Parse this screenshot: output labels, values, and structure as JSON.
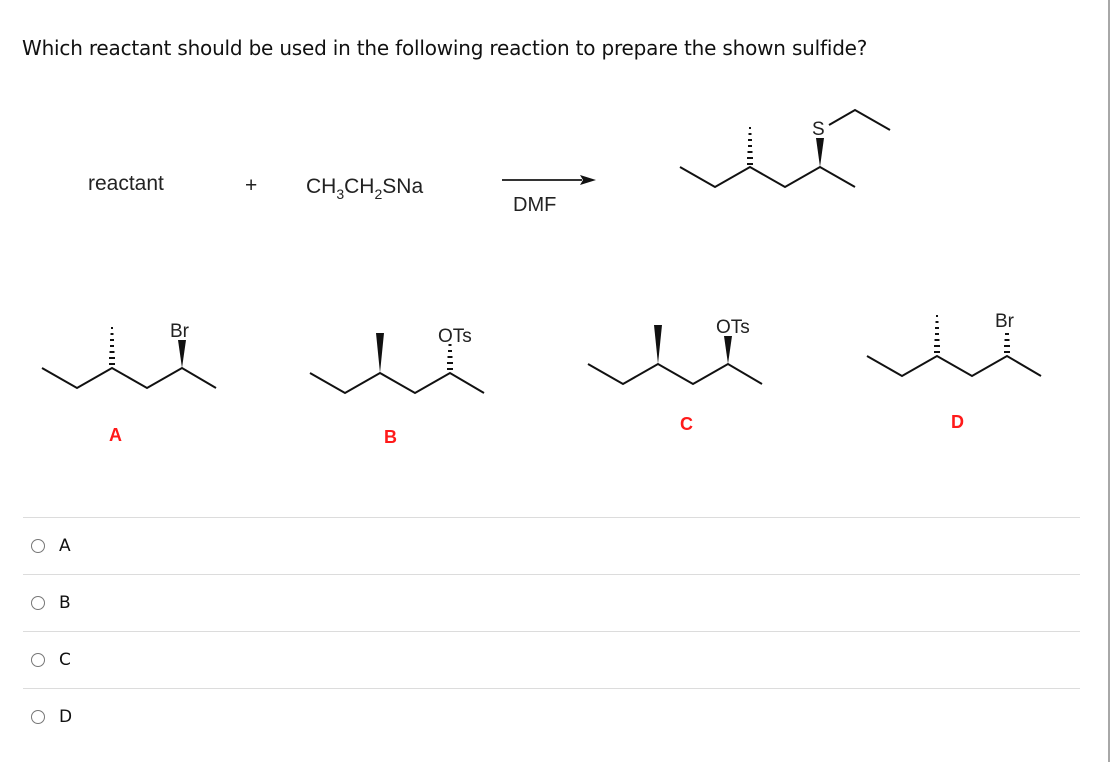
{
  "question": {
    "text": "Which reactant should be used in the following reaction to prepare the shown sulfide?"
  },
  "reaction": {
    "reactant_label": "reactant",
    "plus": "+",
    "reagent": {
      "prefix": "CH",
      "sub1": "3",
      "mid": "CH",
      "sub2": "2",
      "suffix": "SNa"
    },
    "condition": "DMF",
    "product_heteroatom": "S"
  },
  "candidates": [
    {
      "label": "A",
      "group": "Br",
      "methyl_bond": "hash",
      "group_bond": "wedge"
    },
    {
      "label": "B",
      "group": "OTs",
      "methyl_bond": "wedge",
      "group_bond": "hash"
    },
    {
      "label": "C",
      "group": "OTs",
      "methyl_bond": "wedge",
      "group_bond": "wedge"
    },
    {
      "label": "D",
      "group": "Br",
      "methyl_bond": "hash",
      "group_bond": "hash"
    }
  ],
  "options": [
    {
      "label": "A"
    },
    {
      "label": "B"
    },
    {
      "label": "C"
    },
    {
      "label": "D"
    }
  ],
  "colors": {
    "label_red": "#ff1a1a",
    "divider": "#dcdcdc",
    "radio_border": "#777777"
  }
}
